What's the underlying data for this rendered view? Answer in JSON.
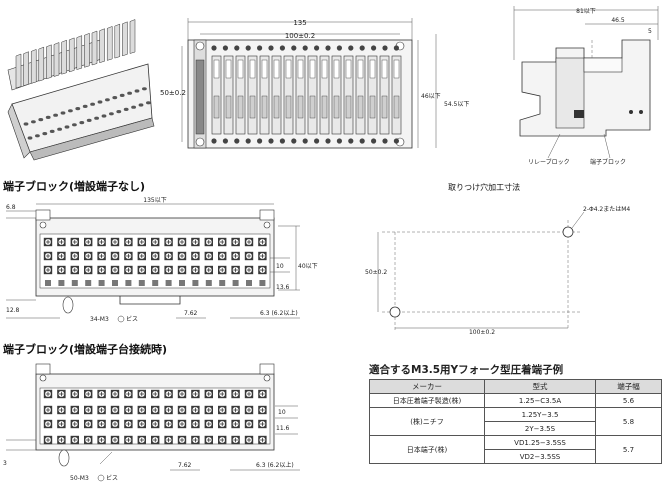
{
  "headings": {
    "block_no_ext": "端子ブロック(増設端子なし)",
    "block_ext": "端子ブロック(増設端子台接続時)",
    "mount_holes": "取りつけ穴加工寸法"
  },
  "top_view": {
    "width": "135",
    "pitch": "100±0.2",
    "height": "50±0.2"
  },
  "side_view": {
    "h1": "46以下",
    "h2": "54.5以下"
  },
  "end_view": {
    "w_total": "81以下",
    "w_part": "46.5",
    "w_small": "5",
    "relay_block": "リレーブロック",
    "terminal_block": "端子ブロック"
  },
  "block_a": {
    "width": "135以下",
    "d_top": "6.8",
    "d_left": "12.8",
    "d_40": "40以下",
    "d_10": "10",
    "d_13": "13.6",
    "pitch": "7.62",
    "screw_pitch": "6.3 (6.2以上)",
    "screws": "34-M3",
    "screws_suffix": "ビス"
  },
  "block_b": {
    "d_10": "10",
    "d_11": "11.6",
    "d_3": "3",
    "pitch": "7.62",
    "screw_pitch": "6.3 (6.2以上)",
    "screws": "50-M3",
    "screws_suffix": "ビス"
  },
  "mount": {
    "hole": "2-Φ4.2またはM4",
    "h": "50±0.2",
    "w": "100±0.2"
  },
  "terminal_table": {
    "title": "適合するM3.5用Yフォーク型圧着端子例",
    "headers": [
      "メーカー",
      "型式",
      "端子幅"
    ],
    "rows": [
      {
        "maker": "日本圧着端子製造(株)",
        "model": "1.25−C3.5A",
        "width": "5.6"
      },
      {
        "maker": "(株)ニチフ",
        "models": [
          "1.25Y−3.5",
          "2Y−3.5S"
        ],
        "width": "5.8"
      },
      {
        "maker": "日本端子(株)",
        "models": [
          "VD1.25−3.5SS",
          "VD2−3.5SS"
        ],
        "width": "5.7"
      }
    ]
  }
}
